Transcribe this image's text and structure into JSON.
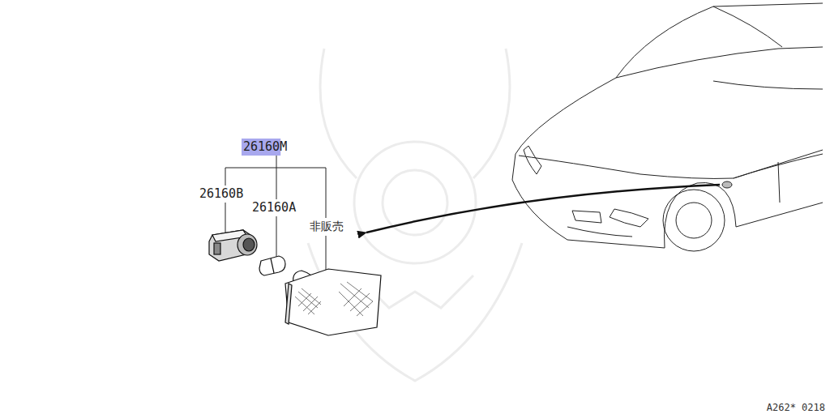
{
  "diagram": {
    "labels": [
      "26160M",
      "26160B",
      "26160A",
      "非販売",
      "A262* 0218"
    ]
  }
}
